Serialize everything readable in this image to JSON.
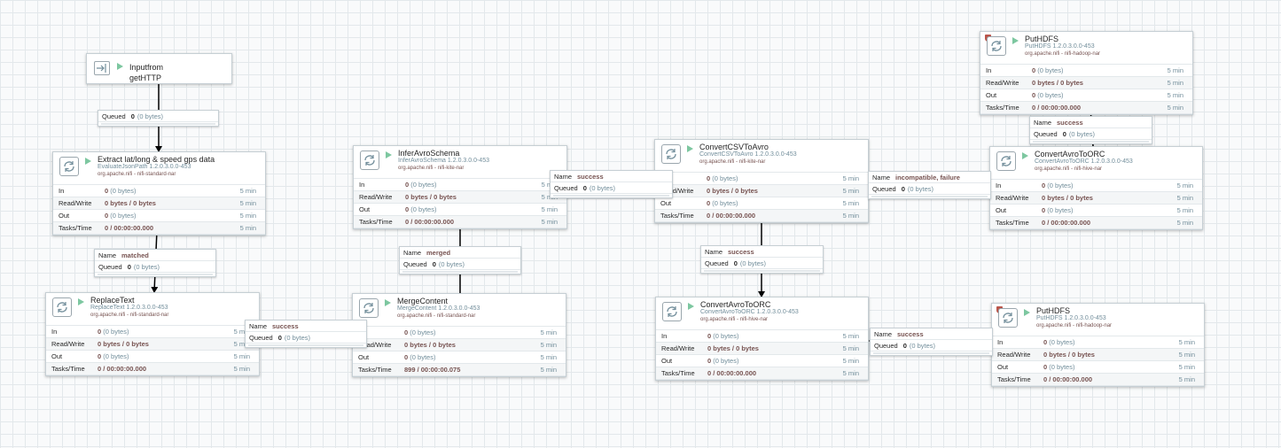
{
  "input_port": {
    "name_line1": "Inputfrom",
    "name_line2": "getHTTP"
  },
  "processors": [
    {
      "id": "extract",
      "name": "Extract lat/long & speed gps data",
      "type": "EvaluateJsonPath 1.2.0.3.0.0-453",
      "bundle": "org.apache.nifi - nifi-standard-nar",
      "invalid": false,
      "stats": {
        "in_bold": "0",
        "in_muted": "(0 bytes)",
        "rw": "0 bytes / 0 bytes",
        "out_bold": "0",
        "out_muted": "(0 bytes)",
        "tasks": "0 / 00:00:00.000"
      }
    },
    {
      "id": "replace",
      "name": "ReplaceText",
      "type": "ReplaceText 1.2.0.3.0.0-453",
      "bundle": "org.apache.nifi - nifi-standard-nar",
      "invalid": false,
      "stats": {
        "in_bold": "0",
        "in_muted": "(0 bytes)",
        "rw": "0 bytes / 0 bytes",
        "out_bold": "0",
        "out_muted": "(0 bytes)",
        "tasks": "0 / 00:00:00.000"
      }
    },
    {
      "id": "infer",
      "name": "InferAvroSchema",
      "type": "InferAvroSchema 1.2.0.3.0.0-453",
      "bundle": "org.apache.nifi - nifi-kite-nar",
      "invalid": false,
      "stats": {
        "in_bold": "0",
        "in_muted": "(0 bytes)",
        "rw": "0 bytes / 0 bytes",
        "out_bold": "0",
        "out_muted": "(0 bytes)",
        "tasks": "0 / 00:00:00.000"
      }
    },
    {
      "id": "merge",
      "name": "MergeContent",
      "type": "MergeContent 1.2.0.3.0.0-453",
      "bundle": "org.apache.nifi - nifi-standard-nar",
      "invalid": false,
      "stats": {
        "in_bold": "0",
        "in_muted": "(0 bytes)",
        "rw": "0 bytes / 0 bytes",
        "out_bold": "0",
        "out_muted": "(0 bytes)",
        "tasks": "899 / 00:00:00.075"
      }
    },
    {
      "id": "csv2avro",
      "name": "ConvertCSVToAvro",
      "type": "ConvertCSVToAvro 1.2.0.3.0.0-453",
      "bundle": "org.apache.nifi - nifi-kite-nar",
      "invalid": false,
      "stats": {
        "in_bold": "0",
        "in_muted": "(0 bytes)",
        "rw": "0 bytes / 0 bytes",
        "out_bold": "0",
        "out_muted": "(0 bytes)",
        "tasks": "0 / 00:00:00.000"
      }
    },
    {
      "id": "avro2orc_mid",
      "name": "ConvertAvroToORC",
      "type": "ConvertAvroToORC 1.2.0.3.0.0-453",
      "bundle": "org.apache.nifi - nifi-hive-nar",
      "invalid": false,
      "stats": {
        "in_bold": "0",
        "in_muted": "(0 bytes)",
        "rw": "0 bytes / 0 bytes",
        "out_bold": "0",
        "out_muted": "(0 bytes)",
        "tasks": "0 / 00:00:00.000"
      }
    },
    {
      "id": "avro2orc_right",
      "name": "ConvertAvroToORC",
      "type": "ConvertAvroToORC 1.2.0.3.0.0-453",
      "bundle": "org.apache.nifi - nifi-hive-nar",
      "invalid": false,
      "stats": {
        "in_bold": "0",
        "in_muted": "(0 bytes)",
        "rw": "0 bytes / 0 bytes",
        "out_bold": "0",
        "out_muted": "(0 bytes)",
        "tasks": "0 / 00:00:00.000"
      }
    },
    {
      "id": "puthdfs_top",
      "name": "PutHDFS",
      "type": "PutHDFS 1.2.0.3.0.0-453",
      "bundle": "org.apache.nifi - nifi-hadoop-nar",
      "invalid": true,
      "stats": {
        "in_bold": "0",
        "in_muted": "(0 bytes)",
        "rw": "0 bytes / 0 bytes",
        "out_bold": "0",
        "out_muted": "(0 bytes)",
        "tasks": "0 / 00:00:00.000"
      }
    },
    {
      "id": "puthdfs_bottom",
      "name": "PutHDFS",
      "type": "PutHDFS 1.2.0.3.0.0-453",
      "bundle": "org.apache.nifi - nifi-hadoop-nar",
      "invalid": true,
      "stats": {
        "in_bold": "0",
        "in_muted": "(0 bytes)",
        "rw": "0 bytes / 0 bytes",
        "out_bold": "0",
        "out_muted": "(0 bytes)",
        "tasks": "0 / 00:00:00.000"
      }
    }
  ],
  "stat_labels": {
    "in": "In",
    "rw": "Read/Write",
    "out": "Out",
    "tasks": "Tasks/Time",
    "window": "5 min"
  },
  "connections": [
    {
      "id": "c_input",
      "name": "",
      "queued_num": "0",
      "queued_bytes": "(0 bytes)"
    },
    {
      "id": "c_matched",
      "name": "matched",
      "queued_num": "0",
      "queued_bytes": "(0 bytes)"
    },
    {
      "id": "c_replace_success",
      "name": "success",
      "queued_num": "0",
      "queued_bytes": "(0 bytes)"
    },
    {
      "id": "c_merged",
      "name": "merged",
      "queued_num": "0",
      "queued_bytes": "(0 bytes)"
    },
    {
      "id": "c_infer_success",
      "name": "success",
      "queued_num": "0",
      "queued_bytes": "(0 bytes)"
    },
    {
      "id": "c_csv_success",
      "name": "success",
      "queued_num": "0",
      "queued_bytes": "(0 bytes)"
    },
    {
      "id": "c_failure",
      "name": "incompatible, failure",
      "queued_num": "0",
      "queued_bytes": "(0 bytes)"
    },
    {
      "id": "c_orc_right_success",
      "name": "success",
      "queued_num": "0",
      "queued_bytes": "(0 bytes)"
    },
    {
      "id": "c_orc_mid_success",
      "name": "success",
      "queued_num": "0",
      "queued_bytes": "(0 bytes)"
    }
  ],
  "conn_labels": {
    "name": "Name",
    "queued": "Queued"
  }
}
